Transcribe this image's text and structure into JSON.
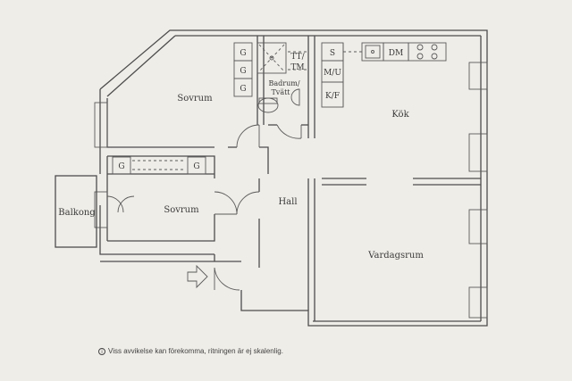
{
  "rooms": {
    "sovrum_top": "Sovrum",
    "kok": "Kök",
    "sovrum_mid": "Sovrum",
    "hall": "Hall",
    "vardagsrum": "Vardagsrum",
    "balkong": "Balkong"
  },
  "bath": {
    "line1": "Badrum/",
    "line2": "Tvätt"
  },
  "tags": {
    "g": "G",
    "tt": "TT/",
    "tm": "TM",
    "s": "S",
    "dm": "DM",
    "mu": "M/U",
    "kf": "K/F"
  },
  "footnote": {
    "text": "Viss avvikelse kan förekomma, ritningen är ej skalenlig.",
    "icon": "info-icon"
  },
  "colors": {
    "paper": "#efede8",
    "ink": "#4d4d4d"
  }
}
